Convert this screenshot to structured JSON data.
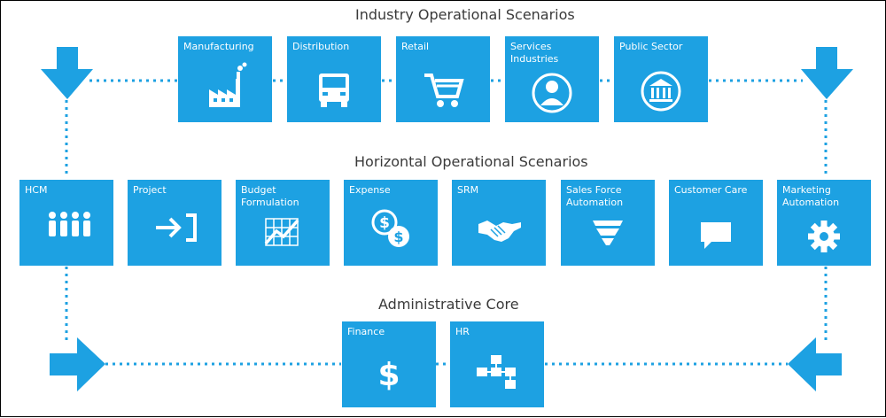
{
  "sections": {
    "industry": "Industry Operational Scenarios",
    "horizontal": "Horizontal Operational Scenarios",
    "core": "Administrative Core"
  },
  "industry_tiles": [
    {
      "label": "Manufacturing",
      "icon": "factory-icon"
    },
    {
      "label": "Distribution",
      "icon": "truck-icon"
    },
    {
      "label": "Retail",
      "icon": "shopping-cart-icon"
    },
    {
      "label": "Services\nIndustries",
      "icon": "person-icon"
    },
    {
      "label": "Public Sector",
      "icon": "government-building-icon"
    }
  ],
  "horizontal_tiles": [
    {
      "label": "HCM",
      "icon": "people-group-icon"
    },
    {
      "label": "Project",
      "icon": "arrow-into-bracket-icon"
    },
    {
      "label": "Budget\nFormulation",
      "icon": "chart-grid-icon"
    },
    {
      "label": "Expense",
      "icon": "coins-dollar-icon"
    },
    {
      "label": "SRM",
      "icon": "handshake-icon"
    },
    {
      "label": "Sales Force\nAutomation",
      "icon": "funnel-icon"
    },
    {
      "label": "Customer   Care",
      "icon": "speech-bubble-icon"
    },
    {
      "label": "Marketing\nAutomation",
      "icon": "gear-icon"
    }
  ],
  "core_tiles": [
    {
      "label": "Finance",
      "icon": "dollar-sign-icon"
    },
    {
      "label": "HR",
      "icon": "org-chart-icon"
    }
  ],
  "colors": {
    "tile": "#1da1e2",
    "connector": "#1da1e2",
    "title_text": "#3a3a3a"
  }
}
